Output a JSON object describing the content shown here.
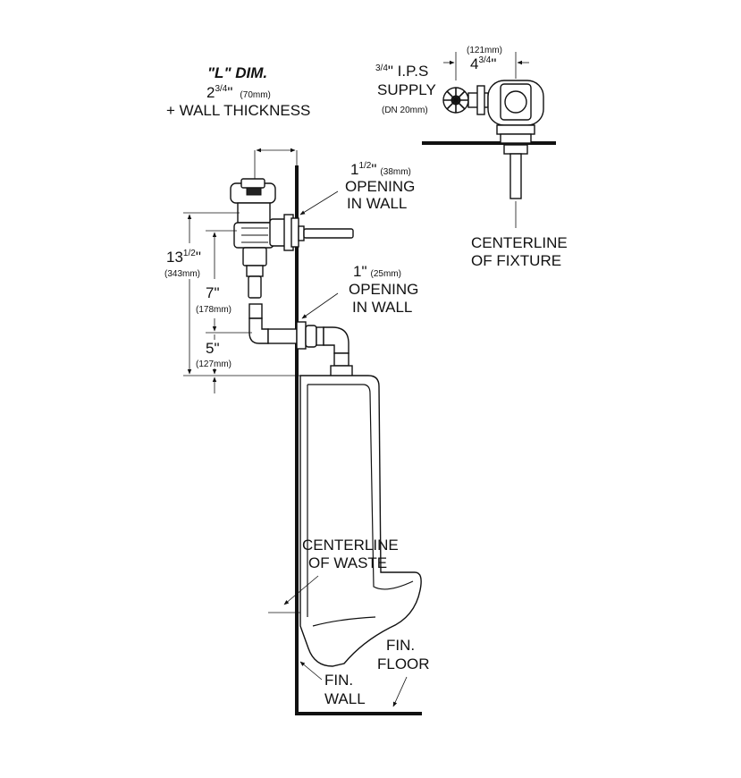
{
  "labels": {
    "l_dim_title": "\"L\" DIM.",
    "l_dim_value": "2",
    "l_dim_frac": "3/4",
    "l_dim_unit": "\"",
    "l_dim_mm": "(70mm)",
    "wall_thickness": "+ WALL THICKNESS",
    "supply_frac": "3/4",
    "supply_ips": "\" I.P.S",
    "supply": "SUPPLY",
    "supply_dn": "(DN 20mm)",
    "top_dim_mm": "(121mm)",
    "top_dim_value": "4",
    "top_dim_frac": "3/4",
    "top_dim_unit": "\"",
    "opening1_value": "1",
    "opening1_frac": "1/2",
    "opening1_unit": "\"",
    "opening1_mm": "(38mm)",
    "opening1_line1": "OPENING",
    "opening1_line2": "IN WALL",
    "opening2_value": "1\"",
    "opening2_mm": "(25mm)",
    "opening2_line1": "OPENING",
    "opening2_line2": "IN WALL",
    "dim_13_value": "13",
    "dim_13_frac": "1/2",
    "dim_13_unit": "\"",
    "dim_13_mm": "(343mm)",
    "dim_7_value": "7\"",
    "dim_7_mm": "(178mm)",
    "dim_5_value": "5\"",
    "dim_5_mm": "(127mm)",
    "centerline_fixture_1": "CENTERLINE",
    "centerline_fixture_2": "OF FIXTURE",
    "centerline_waste_1": "CENTERLINE",
    "centerline_waste_2": "OF WASTE",
    "fin_floor_1": "FIN.",
    "fin_floor_2": "FLOOR",
    "fin_wall_1": "FIN.",
    "fin_wall_2": "WALL"
  }
}
